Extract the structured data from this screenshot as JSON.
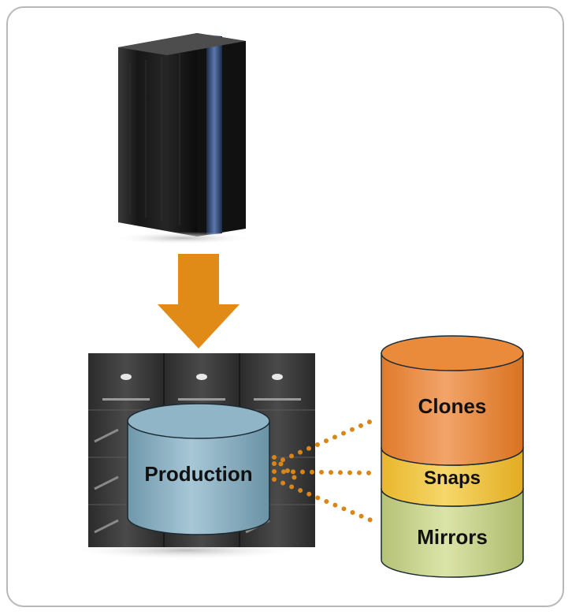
{
  "production": {
    "label": "Production"
  },
  "stack": {
    "clones_label": "Clones",
    "snaps_label": "Snaps",
    "mirrors_label": "Mirrors"
  },
  "colors": {
    "arrow": "#e08a17",
    "dots": "#d98518",
    "production_fill": "#8fb5c6",
    "clones_fill": "#e98b3a",
    "snaps_fill": "#f1c83e",
    "mirrors_fill": "#c3cf86",
    "frame_border": "#b8b8b8"
  },
  "icons": {
    "mainframe": "mainframe-server-icon",
    "storage": "storage-array-icon"
  }
}
